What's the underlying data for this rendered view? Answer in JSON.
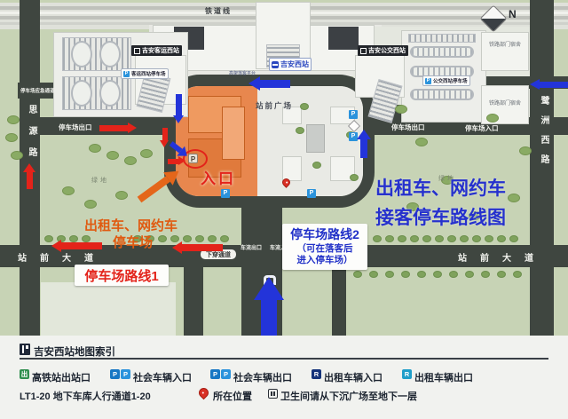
{
  "colors": {
    "route_red": "#e3231a",
    "route_blue": "#2334d9",
    "accent_orange": "#e4661a",
    "title_blue": "#2631cd",
    "taxi_zone_orange": "#e8874e"
  },
  "map": {
    "railway_label": "铁道线",
    "north_label": "N",
    "green_label": "绿地",
    "plaza_label": "站前广场",
    "drop_off_label": "高架落客平台",
    "p_marker": "P",
    "roads": {
      "siyuan": "思源路",
      "luzhou_west": "鹭洲西路",
      "zhanqian_avenue": "站前大道",
      "underpass": "下穿通道",
      "traffic_exit": "车流出口",
      "traffic_entrance": "车流入口",
      "emergency_channel": "停车场应急通道",
      "parking_exit": "停车场出口",
      "parking_entrance": "停车场入口"
    },
    "badges": {
      "west_station": "吉安西站",
      "coach_station": "吉安客运西站",
      "bus_station": "吉安公交西站",
      "coach_parking": "客运西站停车场",
      "bus_parking": "公交西站停车场",
      "dormitory": "铁路部门宿舍"
    },
    "annotations": {
      "entrance": "入口",
      "taxi_lot_line1": "出租车、网约车",
      "taxi_lot_line2": "停车场",
      "title_line1": "出租车、网约车",
      "title_line2": "接客停车路线图",
      "route1": "停车场路线1",
      "route2": "停车场路线2",
      "route2_note1": "（可在落客后",
      "route2_note2": "进入停车场）"
    }
  },
  "legend": {
    "title": "吉安西站地图索引",
    "items_row1": [
      {
        "glyph": "出",
        "label": "高铁站出站口"
      },
      {
        "glyph": "P",
        "label": "社会车辆入口"
      },
      {
        "glyph": "P",
        "label": "社会车辆出口"
      },
      {
        "glyph": "R",
        "label": "出租车辆入口"
      },
      {
        "glyph": "R",
        "label": "出租车辆出口"
      }
    ],
    "passage_note": "LT1-20 地下车库人行通道1-20",
    "location_label": "所在位置",
    "toilet_note": "卫生间请从下沉广场至地下一层"
  }
}
